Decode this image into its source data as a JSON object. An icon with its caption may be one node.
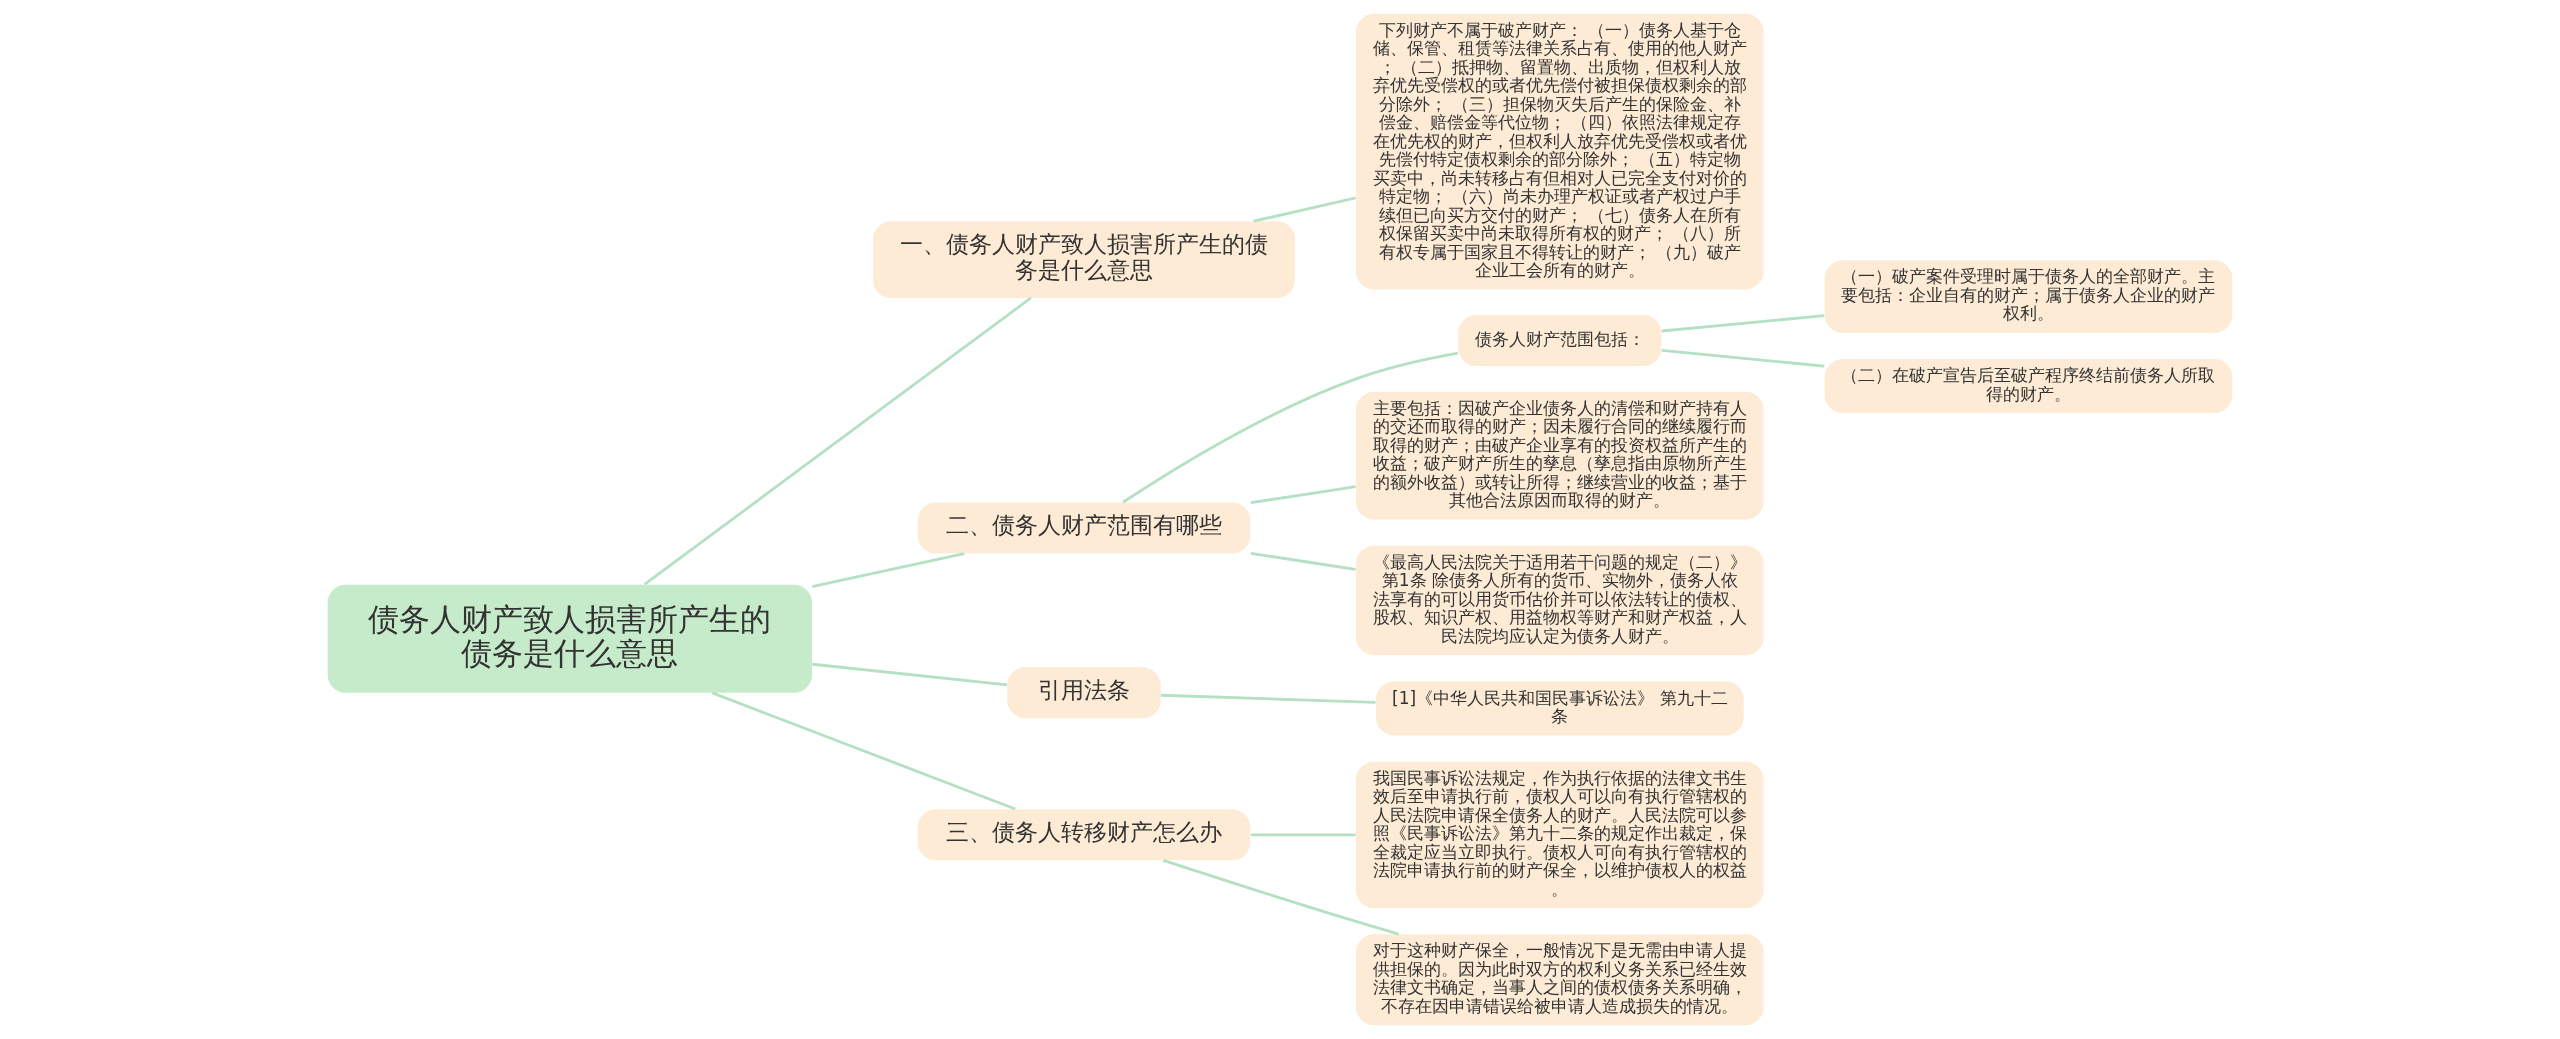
{
  "diagram": {
    "nodes": [
      {
        "text": [
          "债务人财产致人损害所产生的债务是什么意思"
        ]
      },
      {
        "text": [
          "一、债务人财产致人损害所产生的债务是什么意思"
        ]
      },
      {
        "text": [
          "下列财产不属于破产财产： （一）债务人基于仓储、保管、租赁等法律关系占有、使用的他人财产； （二）抵押物、留置物、出质物，但权利人放弃优先受偿权的或者优先偿付被担保债权剩余的部分除外； （三）担保物灭失后产生的保险金、补偿金、赔偿金等代位物； （四）依照法律规定存在优先权的财产，但权利人放弃优先受偿权或者优先偿付特定债权剩余的部分除外； （五）特定物买卖中，尚未转移占有但相对人已完全支付对价的特定物； （六）尚未办理产权证或者产权过户手续但已向买方交付的财产； （七）债务人在所有权保留买卖中尚未取得所有权的财产； （八）所有权专属于国家且不得转让的财产； （九）破产企业工会所有的财产。"
        ]
      },
      {
        "text": [
          "二、债务人财产范围有哪些"
        ]
      },
      {
        "text": [
          "债务人财产范围包括："
        ]
      },
      {
        "text": [
          "（一）破产案件受理时属于债务人的全部财产。主要包括：企业自有的财产；属于债务人企业的财产权利。"
        ]
      },
      {
        "text": [
          "（二）在破产宣告后至破产程序终结前债务人所取得的财产。"
        ]
      },
      {
        "text": [
          "主要包括：因破产企业债务人的清偿和财产持有人的交还而取得的财产；因未履行合同的继续履行而取得的财产；由破产企业享有的投资权益所产生的收益；破产财产所生的孳息（孳息指由原物所产生的额外收益）或转让所得；继续营业的收益；基于其他合法原因而取得的财产。"
        ]
      },
      {
        "text": [
          "《最高人民法院关于适用若干问题的规定（二）》第1条 除债务人所有的货币、实物外，债务人依法享有的可以用货币估价并可以依法转让的债权、股权、知识产权、用益物权等财产和财产权益，人民法院均应认定为债务人财产。"
        ]
      },
      {
        "text": [
          "引用法条"
        ]
      },
      {
        "text": [
          "[1]《中华人民共和国民事诉讼法》 第九十二条"
        ]
      },
      {
        "text": [
          "三、债务人转移财产怎么办"
        ]
      },
      {
        "text": [
          "我国民事诉讼法规定，作为执行依据的法律文书生效后至申请执行前，债权人可以向有执行管辖权的人民法院申请保全债务人的财产。人民法院可以参照《民事诉讼法》第九十二条的规定作出裁定，保全裁定应当立即执行。债权人可向有执行管辖权的法院申请执行前的财产保全，以维护债权人的权益。"
        ]
      },
      {
        "text": [
          "对于这种财产保全，一般情况下是无需由申请人提供担保的。因为此时双方的权利义务关系已经生效法律文书确定，当事人之间的债权债务关系明确，不存在因申请错误给被申请人造成损失的情况。"
        ]
      }
    ],
    "edges": [
      {
        "from": 0,
        "to": 1,
        "arrow": "none"
      },
      {
        "from": 1,
        "to": 2,
        "arrow": "none"
      },
      {
        "from": 0,
        "to": 3,
        "arrow": "none"
      },
      {
        "from": 3,
        "to": 4,
        "arrow": "none"
      },
      {
        "from": 4,
        "to": 5,
        "arrow": "none"
      },
      {
        "from": 4,
        "to": 6,
        "arrow": "none"
      },
      {
        "from": 3,
        "to": 7,
        "arrow": "none"
      },
      {
        "from": 3,
        "to": 8,
        "arrow": "none"
      },
      {
        "from": 0,
        "to": 9,
        "arrow": "none"
      },
      {
        "from": 9,
        "to": 10,
        "arrow": "none"
      },
      {
        "from": 0,
        "to": 11,
        "arrow": "none"
      },
      {
        "from": 11,
        "to": 12,
        "arrow": "none"
      },
      {
        "from": 11,
        "to": 13,
        "arrow": "none"
      }
    ]
  }
}
